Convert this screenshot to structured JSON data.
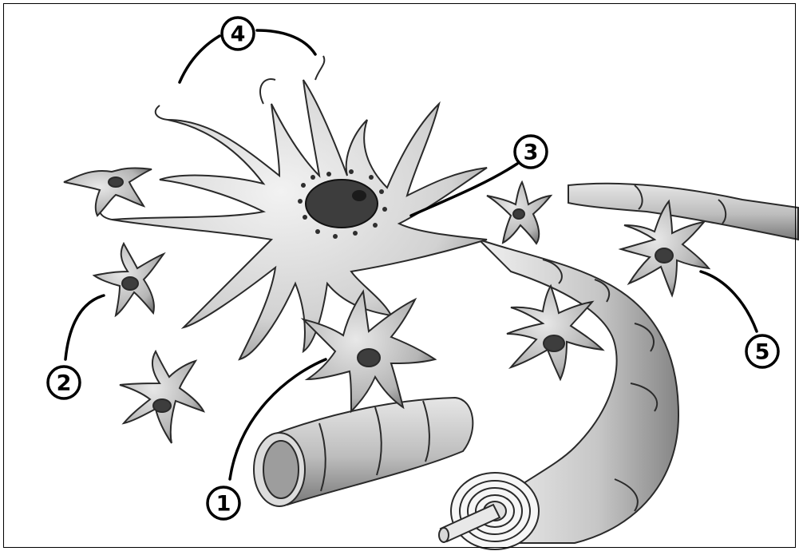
{
  "figure": {
    "colors": {
      "tissue": "#d9d9d9",
      "tissue_dark": "#9a9a9a",
      "outline": "#2a2a2a",
      "nucleus": "#3d3d3d",
      "background": "#ffffff"
    },
    "labels": {
      "one": "1",
      "two": "2",
      "three": "3",
      "four": "4",
      "five": "5"
    }
  }
}
